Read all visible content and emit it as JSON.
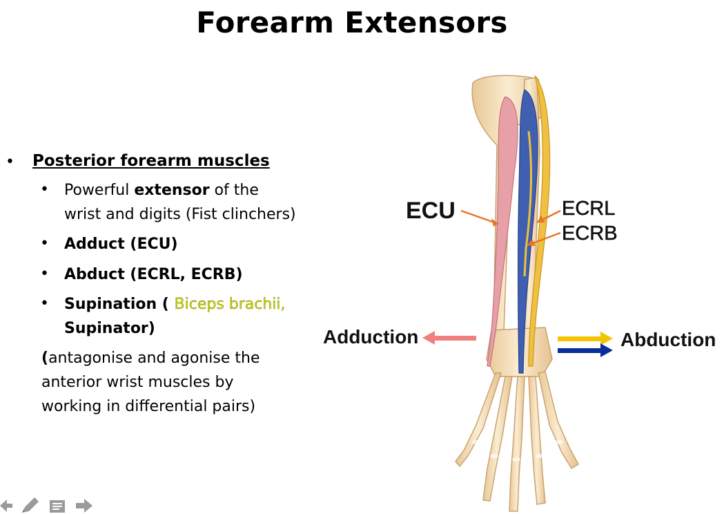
{
  "slide": {
    "title": "Forearm Extensors",
    "heading": "Posterior forearm muscles",
    "items": [
      {
        "pre": "Powerful ",
        "bold": "extensor",
        "post": " of the",
        "line2": "wrist and digits (Fist clinchers)"
      },
      {
        "text": "Adduct  (ECU)"
      },
      {
        "text": "Abduct (ECRL, ECRB)"
      },
      {
        "pre": "Supination ( ",
        "highlight": "Biceps brachii,",
        "line2": "Supinator)"
      }
    ],
    "note_paren": "(",
    "note_lines": [
      "antagonise and agonise the",
      "anterior wrist muscles by",
      "working in differential pairs)"
    ],
    "bullet_char": "•"
  },
  "figure": {
    "labels": {
      "ecu": "ECU",
      "ecrl": "ECRL",
      "ecrb": "ECRB",
      "adduction": "Adduction",
      "abduction": "Abduction"
    },
    "colors": {
      "ecu_arrow": "#e8732a",
      "ecrl_arrow": "#e8732a",
      "adduction_arrow": "#f08080",
      "abduction_arrow_1": "#f5c400",
      "abduction_arrow_2": "#0a2f9a",
      "muscle_pink": "#e8a0a8",
      "muscle_blue": "#3f5fb0",
      "tendon_yellow": "#f0c040",
      "bone": "#f2dcb4"
    }
  },
  "toolbar": {
    "icons": [
      "arrow-left-icon",
      "pen-icon",
      "notes-icon",
      "arrow-right-icon"
    ]
  }
}
